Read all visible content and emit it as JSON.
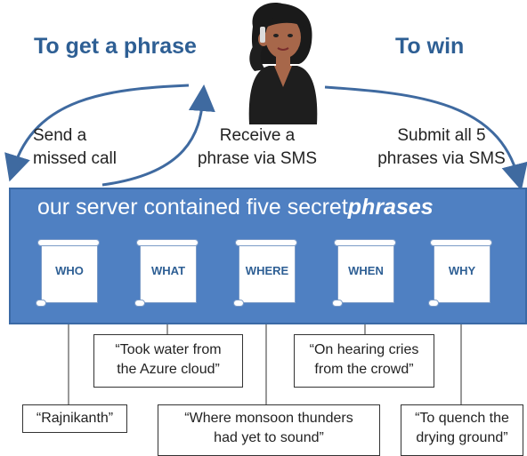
{
  "headings": {
    "get_phrase": "To get a phrase",
    "win": "To win"
  },
  "steps": {
    "missed_call": [
      "Send a",
      "missed call"
    ],
    "receive": [
      "Receive a",
      "phrase via SMS"
    ],
    "submit": [
      "Submit all 5",
      "phrases via SMS"
    ]
  },
  "server": {
    "title_prefix": "our server contained five secret",
    "title_emph": "phrases"
  },
  "phrases": [
    {
      "key": "who",
      "label": "WHO",
      "answer": [
        "“Rajnikanth”"
      ]
    },
    {
      "key": "what",
      "label": "WHAT",
      "answer": [
        "“Took water from",
        "the Azure cloud”"
      ]
    },
    {
      "key": "where",
      "label": "WHERE",
      "answer": [
        "“Where monsoon thunders",
        "had yet to sound”"
      ]
    },
    {
      "key": "when",
      "label": "WHEN",
      "answer": [
        "“On hearing cries",
        "from the crowd”"
      ]
    },
    {
      "key": "why",
      "label": "WHY",
      "answer": [
        "“To quench the",
        "drying ground”"
      ]
    }
  ],
  "colors": {
    "heading": "#2e5f94",
    "panel": "#4f80c2",
    "arrow": "#3f6aa0"
  },
  "icons": {
    "person": "woman-on-phone-icon"
  }
}
